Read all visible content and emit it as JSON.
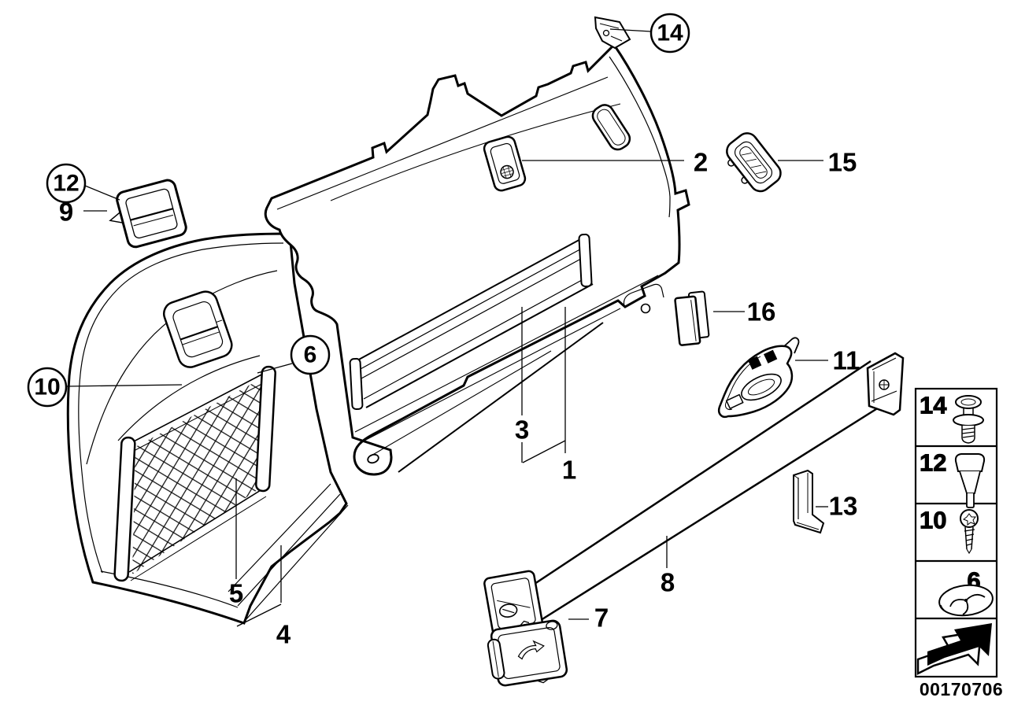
{
  "diagram": {
    "type": "exploded-parts-diagram",
    "subject": "trunk-lateral-trim-panel",
    "colors": {
      "line": "#000000",
      "background": "#ffffff"
    },
    "callouts": [
      {
        "label": "14",
        "circled": true
      },
      {
        "label": "12",
        "circled": true
      },
      {
        "label": "10",
        "circled": true
      },
      {
        "label": "6",
        "circled": true
      },
      {
        "label": "9",
        "circled": false
      },
      {
        "label": "2",
        "circled": false
      },
      {
        "label": "15",
        "circled": false
      },
      {
        "label": "16",
        "circled": false
      },
      {
        "label": "11",
        "circled": false
      },
      {
        "label": "3",
        "circled": false
      },
      {
        "label": "1",
        "circled": false
      },
      {
        "label": "5",
        "circled": false
      },
      {
        "label": "4",
        "circled": false
      },
      {
        "label": "8",
        "circled": false
      },
      {
        "label": "7",
        "circled": false
      },
      {
        "label": "13",
        "circled": false
      }
    ],
    "legend": {
      "items": [
        {
          "label": "14",
          "icon": "expansion-rivet-icon"
        },
        {
          "label": "12",
          "icon": "blind-plug-icon"
        },
        {
          "label": "10",
          "icon": "torx-screw-icon"
        },
        {
          "label": "6",
          "icon": "clip-washer-icon"
        },
        {
          "label": "",
          "icon": "direction-arrow-icon"
        }
      ]
    },
    "image_number": "00170706"
  }
}
